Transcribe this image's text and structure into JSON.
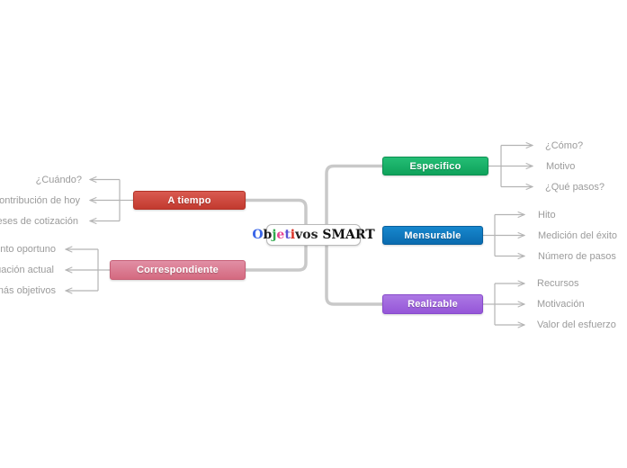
{
  "title": "Objetivos SMART",
  "colors": {
    "background": "#ffffff",
    "connector_main": "#c9c9c9",
    "connector_child": "#b4b4b4",
    "child_label_text": "#9b9b9b",
    "central_node_border": "#b9b9b9"
  },
  "center": {
    "label": "Objetivos SMART",
    "letters": [
      {
        "ch": "O",
        "color": "#3a66e8"
      },
      {
        "ch": "b",
        "color": "#222222"
      },
      {
        "ch": "j",
        "color": "#2fa84d"
      },
      {
        "ch": "e",
        "color": "#e84393"
      },
      {
        "ch": "t",
        "color": "#5a52d5"
      },
      {
        "ch": "i",
        "color": "#d93025"
      },
      {
        "ch": "v",
        "color": "#222222"
      },
      {
        "ch": "o",
        "color": "#222222"
      },
      {
        "ch": "s",
        "color": "#222222"
      },
      {
        "ch": " ",
        "color": "#222222"
      },
      {
        "ch": "S",
        "color": "#111111"
      },
      {
        "ch": "M",
        "color": "#111111"
      },
      {
        "ch": "A",
        "color": "#111111"
      },
      {
        "ch": "R",
        "color": "#111111"
      },
      {
        "ch": "T",
        "color": "#111111"
      }
    ]
  },
  "branches": [
    {
      "label": "Especifico",
      "side": "right",
      "colors": {
        "top": "#24be75",
        "bottom": "#0fa25b",
        "border": "#0d8f51"
      },
      "children": [
        "¿Cómo?",
        "Motivo",
        "¿Qué pasos?"
      ]
    },
    {
      "label": "Mensurable",
      "side": "right",
      "colors": {
        "top": "#1787cd",
        "bottom": "#0a6baf",
        "border": "#095f9c"
      },
      "children": [
        "Hito",
        "Medición del éxito",
        "Número de pasos"
      ]
    },
    {
      "label": "Realizable",
      "side": "right",
      "colors": {
        "top": "#ac78e4",
        "bottom": "#9556d8",
        "border": "#874bcb"
      },
      "children": [
        "Recursos",
        "Motivación",
        "Valor del esfuerzo"
      ]
    },
    {
      "label": "A tiempo",
      "side": "left",
      "colors": {
        "top": "#d95a50",
        "bottom": "#c23a2f",
        "border": "#b23227"
      },
      "children": [
        "¿Cuándo?",
        "Contribución de hoy",
        "meses de cotización"
      ]
    },
    {
      "label": "Correspondiente",
      "side": "left",
      "colors": {
        "top": "#e18fa5",
        "bottom": "#d4697f",
        "border": "#c75f77"
      },
      "children": [
        "ento oportuno",
        "tuación actual",
        "más objetivos"
      ]
    }
  ]
}
